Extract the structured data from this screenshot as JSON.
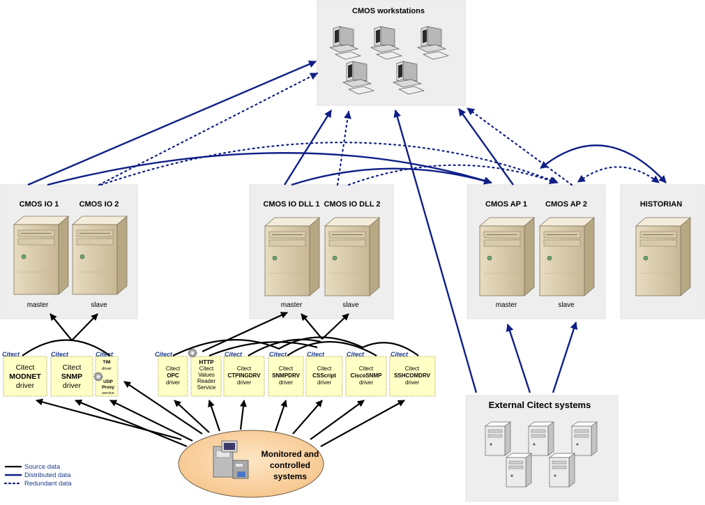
{
  "panels": {
    "workstations": {
      "title": "CMOS workstations"
    },
    "io": {
      "left_title": "CMOS IO 1",
      "right_title": "CMOS IO 2",
      "left_role": "master",
      "right_role": "slave"
    },
    "dll": {
      "left_title": "CMOS IO DLL 1",
      "right_title": "CMOS IO DLL 2",
      "left_role": "master",
      "right_role": "slave"
    },
    "ap": {
      "left_title": "CMOS AP 1",
      "right_title": "CMOS AP 2",
      "left_role": "master",
      "right_role": "slave"
    },
    "historian": {
      "title": "HISTORIAN"
    },
    "external": {
      "title": "External Citect systems"
    }
  },
  "logo_text": "Citect",
  "drivers": {
    "modnet": {
      "l1": "Citect",
      "l2": "MODNET",
      "l3": "driver"
    },
    "snmp": {
      "l1": "Citect",
      "l2": "SNMP",
      "l3": "driver"
    },
    "tim": {
      "l1": "TIM",
      "l2": "driver",
      "l3": "UDP",
      "l4": "Proxy",
      "l5": "service"
    },
    "opc": {
      "l1": "Citect",
      "l2": "OPC",
      "l3": "driver"
    },
    "http": {
      "l1": "HTTP",
      "l2": "Citect",
      "l3": "Values",
      "l4": "Reader",
      "l5": "Service"
    },
    "ctping": {
      "l1": "Citect",
      "l2": "CTPINGDRV",
      "l3": "driver"
    },
    "snmpdrv": {
      "l1": "Citect",
      "l2": "SNMPDRV",
      "l3": "driver"
    },
    "csscript": {
      "l1": "Citect",
      "l2": "CSScript",
      "l3": "driver"
    },
    "ciscosnmp": {
      "l1": "Citect",
      "l2": "CiscoSNMP",
      "l3": "driver"
    },
    "sshcom": {
      "l1": "Citect",
      "l2": "SSHCOMDRV",
      "l3": "driver"
    }
  },
  "monitored": {
    "l1": "Monitored and",
    "l2": "controlled",
    "l3": "systems"
  },
  "legend": [
    {
      "label": "Source data",
      "style": "solid",
      "color": "#000000"
    },
    {
      "label": "Distributed data",
      "style": "solid",
      "color": "#0f1f86"
    },
    {
      "label": "Redundant data",
      "style": "dotted",
      "color": "#0f1f86"
    }
  ],
  "colors": {
    "blue_line": "#0f1f86",
    "driver_fill": "#ffffc6",
    "panel": "#eeeeee",
    "ellipse": "#fcd6a8"
  }
}
